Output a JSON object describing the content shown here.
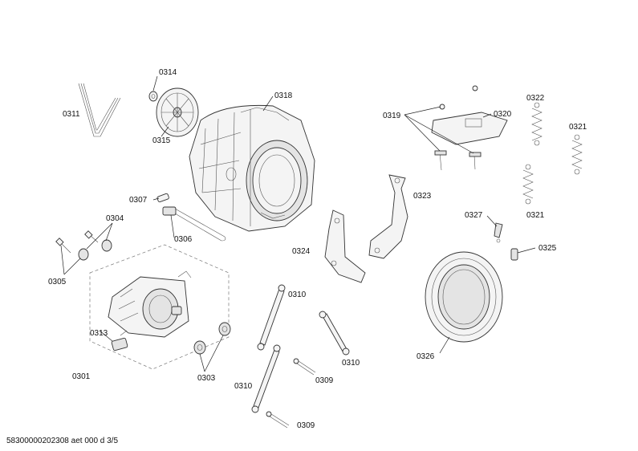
{
  "labels": {
    "p0311": "0311",
    "p0314": "0314",
    "p0315": "0315",
    "p0318": "0318",
    "p0319": "0319",
    "p0320": "0320",
    "p0322": "0322",
    "p0321a": "0321",
    "p0321b": "0321",
    "p0307": "0307",
    "p0304": "0304",
    "p0306": "0306",
    "p0305": "0305",
    "p0323": "0323",
    "p0327": "0327",
    "p0325": "0325",
    "p0324": "0324",
    "p0310a": "0310",
    "p0310b": "0310",
    "p0310c": "0310",
    "p0313": "0313",
    "p0303": "0303",
    "p0301": "0301",
    "p0309a": "0309",
    "p0309b": "0309",
    "p0326": "0326"
  },
  "footer": "58300000202308 aet 000 d 3/5"
}
